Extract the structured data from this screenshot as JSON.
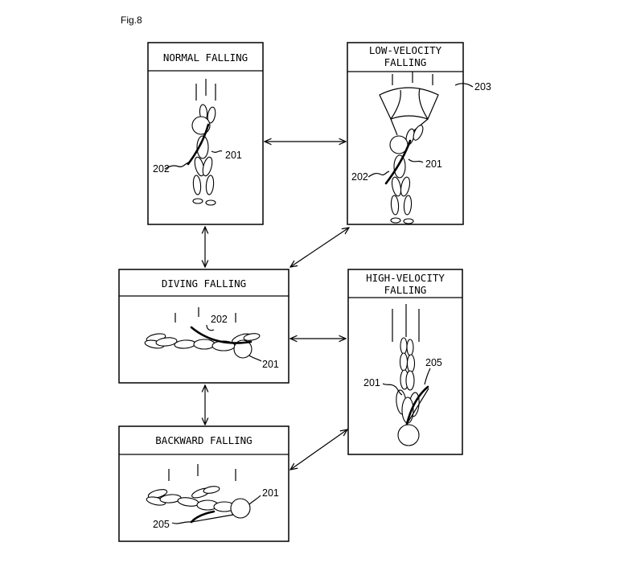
{
  "figure_label": "Fig.8",
  "states": {
    "normal": {
      "title_lines": [
        "NORMAL FALLING"
      ]
    },
    "low_velocity": {
      "title_lines": [
        "LOW-VELOCITY",
        "FALLING"
      ]
    },
    "diving": {
      "title_lines": [
        "DIVING FALLING"
      ]
    },
    "high_velocity": {
      "title_lines": [
        "HIGH-VELOCITY",
        "FALLING"
      ]
    },
    "backward": {
      "title_lines": [
        "BACKWARD FALLING"
      ]
    }
  },
  "refs": {
    "normal_202": "202",
    "normal_201": "201",
    "low_203": "203",
    "low_202": "202",
    "low_201": "201",
    "diving_202": "202",
    "diving_201": "201",
    "high_201": "201",
    "high_205": "205",
    "backward_201": "201",
    "backward_205": "205"
  }
}
